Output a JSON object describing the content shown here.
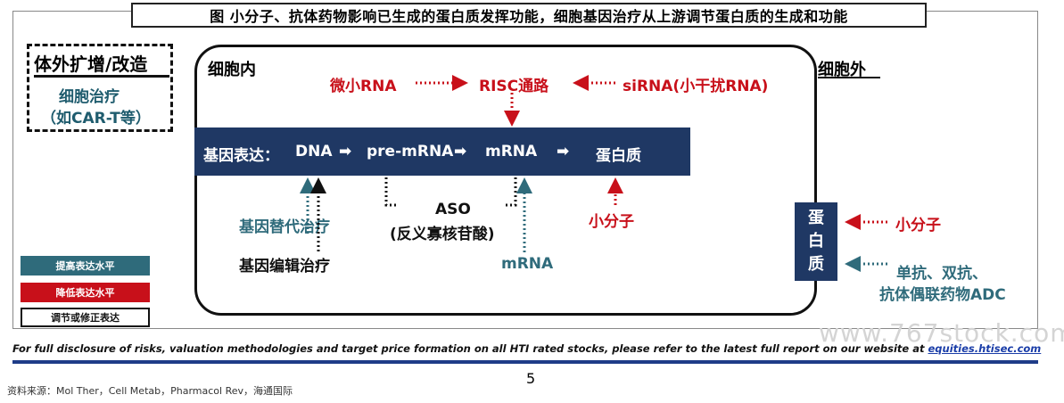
{
  "title": "图  小分子、抗体药物影响已生成的蛋白质发挥功能，细胞基因治疗从上游调节蛋白质的生成和功能",
  "ex_vivo": {
    "heading": "体外扩增/改造",
    "line1": "细胞治疗",
    "line2": "（如CAR-T等）"
  },
  "intracellular": {
    "heading": "细胞内",
    "mirna": "微小RNA",
    "risc": "RISC通路",
    "sirna": "siRNA(小干扰RNA)"
  },
  "extracellular": {
    "heading": "细胞外"
  },
  "pipeline": {
    "label": "基因表达：",
    "dna": "DNA",
    "pre_mrna": "pre-mRNA",
    "mrna": "mRNA",
    "protein": "蛋白质",
    "arrow": "➡"
  },
  "therapies": {
    "gene_replacement": "基因替代治疗",
    "gene_editing": "基因编辑治疗",
    "aso_line1": "ASO",
    "aso_line2": "(反义寡核苷酸)",
    "mrna_drug": "mRNA",
    "small_molecule_in": "小分子"
  },
  "protein_box": {
    "c1": "蛋",
    "c2": "白",
    "c3": "质"
  },
  "right_side": {
    "small_molecule": "小分子",
    "antibody_line1": "单抗、双抗、",
    "antibody_line2": "抗体偶联药物ADC"
  },
  "legend": {
    "up": "提高表达水平",
    "down": "降低表达水平",
    "modify": "调节或修正表达"
  },
  "colors": {
    "teal": "#2f6b7b",
    "red": "#c8101a",
    "black": "#111111",
    "navy": "#1f3864"
  },
  "footer": {
    "disclaimer": "For full disclosure of risks, valuation methodologies and target price formation on all HTI rated stocks, please refer to the latest full report on our website at ",
    "link": "equities.htisec.com",
    "page": "5",
    "source": "资料来源：Mol Ther，Cell Metab，Pharmacol Rev，海通国际",
    "watermark": "www.767stock.com"
  }
}
